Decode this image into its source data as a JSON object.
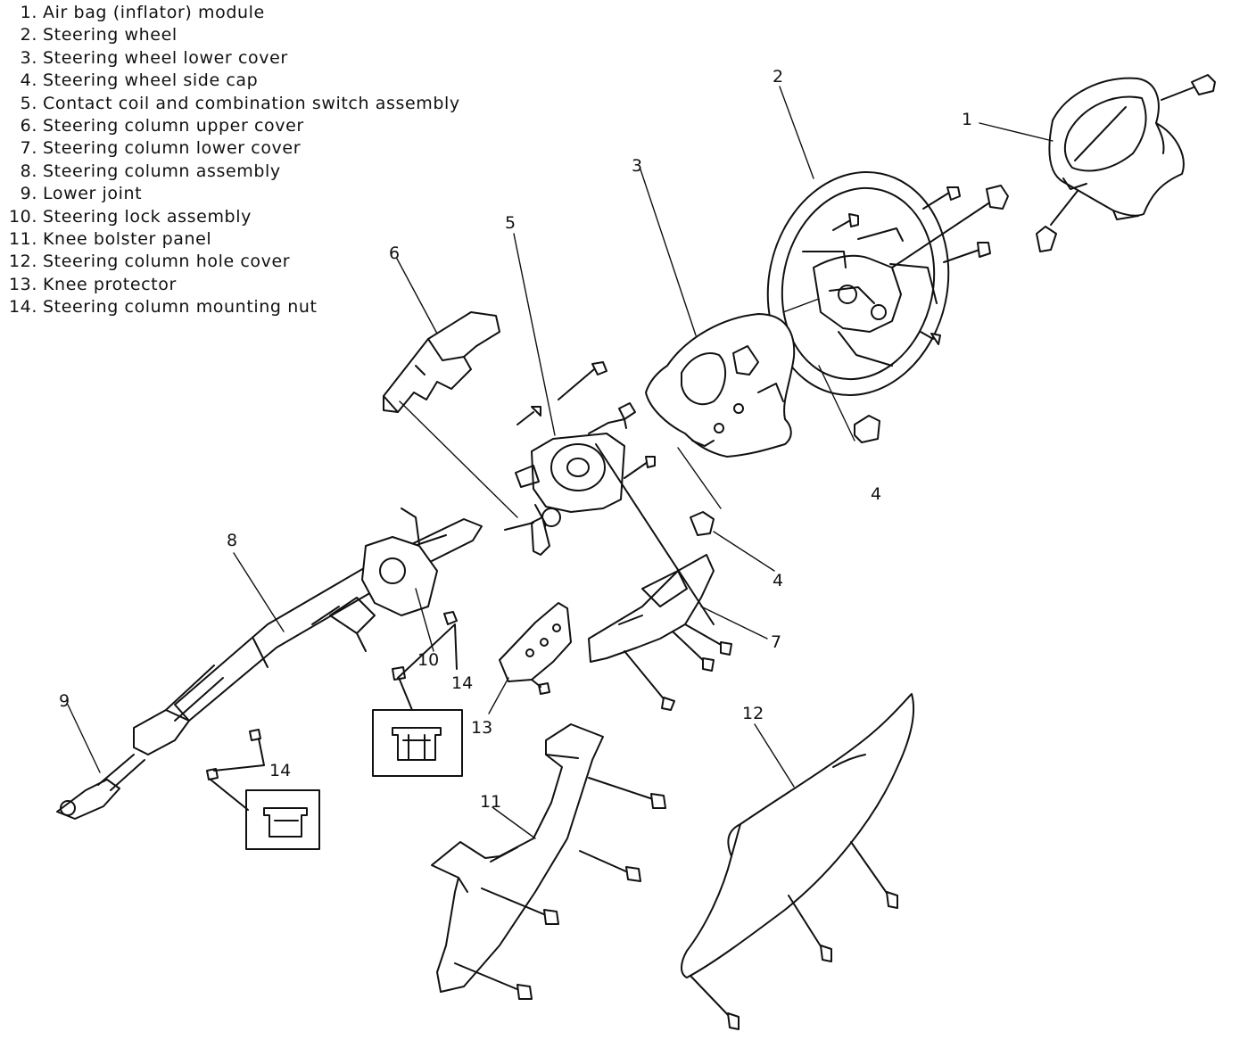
{
  "legend": [
    {
      "num": "1.",
      "label": "Air bag (inflator) module"
    },
    {
      "num": "2.",
      "label": "Steering wheel"
    },
    {
      "num": "3.",
      "label": "Steering wheel lower cover"
    },
    {
      "num": "4.",
      "label": "Steering wheel side cap"
    },
    {
      "num": "5.",
      "label": "Contact coil and combination switch assembly"
    },
    {
      "num": "6.",
      "label": "Steering column upper cover"
    },
    {
      "num": "7.",
      "label": "Steering column lower cover"
    },
    {
      "num": "8.",
      "label": "Steering column assembly"
    },
    {
      "num": "9.",
      "label": "Lower joint"
    },
    {
      "num": "10.",
      "label": "Steering lock assembly"
    },
    {
      "num": "11.",
      "label": "Knee bolster panel"
    },
    {
      "num": "12.",
      "label": "Steering column hole cover"
    },
    {
      "num": "13.",
      "label": "Knee protector"
    },
    {
      "num": "14.",
      "label": "Steering column mounting nut"
    }
  ],
  "callouts": {
    "c1": "1",
    "c2": "2",
    "c3": "3",
    "c4a": "4",
    "c4b": "4",
    "c5": "5",
    "c6": "6",
    "c7": "7",
    "c8": "8",
    "c9": "9",
    "c10": "10",
    "c11": "11",
    "c12": "12",
    "c13": "13",
    "c14a": "14",
    "c14b": "14"
  }
}
